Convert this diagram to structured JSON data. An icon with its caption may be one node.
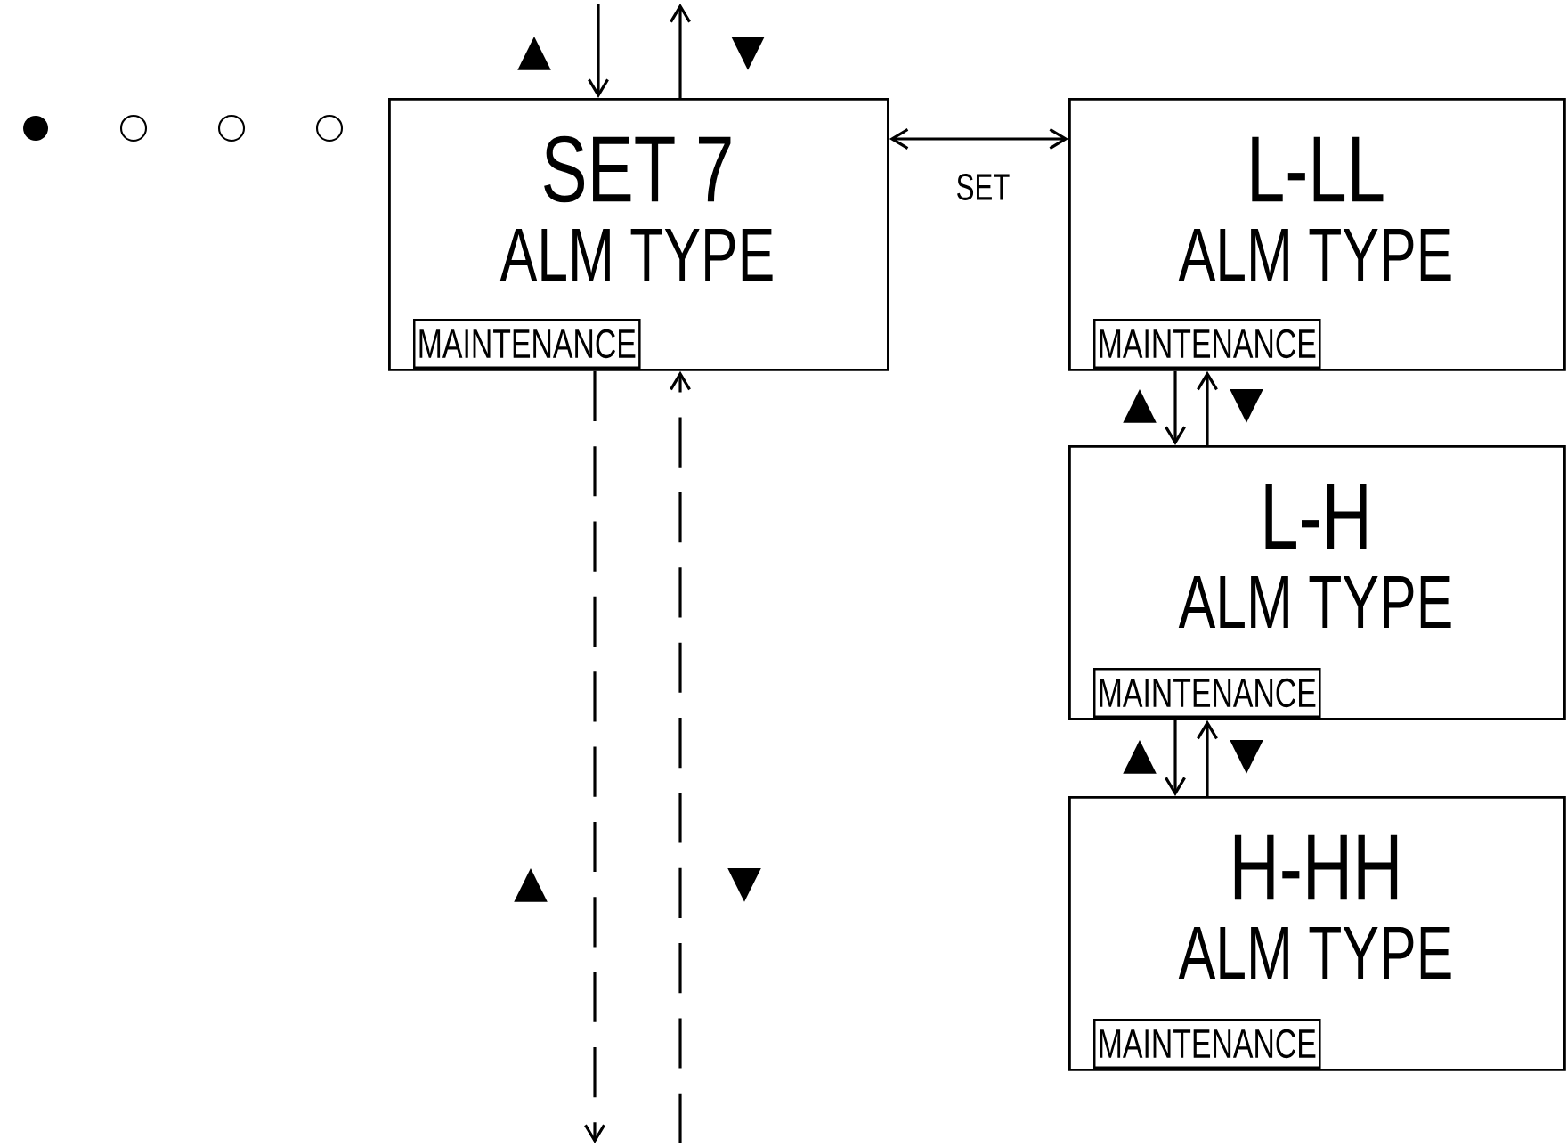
{
  "diagram": {
    "nodes": [
      {
        "text": [
          "SET 7",
          "ALM TYPE"
        ]
      },
      {
        "text": [
          "MAINTENANCE"
        ],
        "in": 0
      },
      {
        "text": [
          "L-LL",
          "ALM TYPE"
        ]
      },
      {
        "text": [
          "MAINTENANCE"
        ],
        "in": 2
      },
      {
        "text": [
          "L-H",
          "ALM TYPE"
        ]
      },
      {
        "text": [
          "MAINTENANCE"
        ],
        "in": 4
      },
      {
        "text": [
          "H-HH",
          "ALM TYPE"
        ]
      },
      {
        "text": [
          "MAINTENANCE"
        ],
        "in": 6
      }
    ],
    "edges": [
      {
        "from": null,
        "to": 0,
        "arrow": "to"
      },
      {
        "from": 0,
        "to": null,
        "arrow": "to"
      },
      {
        "from": 0,
        "to": 2,
        "arrow": "both",
        "label": "SET"
      },
      {
        "from": 2,
        "to": 4,
        "arrow": "to"
      },
      {
        "from": 4,
        "to": 2,
        "arrow": "to"
      },
      {
        "from": 4,
        "to": 6,
        "arrow": "to"
      },
      {
        "from": 6,
        "to": 4,
        "arrow": "to"
      },
      {
        "from": 0,
        "to": null,
        "arrow": "to",
        "style": "dashed"
      },
      {
        "from": null,
        "to": 0,
        "arrow": "to",
        "style": "dashed"
      }
    ],
    "labels": [
      "▲",
      "▼",
      "▲",
      "▼",
      "▲",
      "▼",
      "▲",
      "▼"
    ]
  }
}
